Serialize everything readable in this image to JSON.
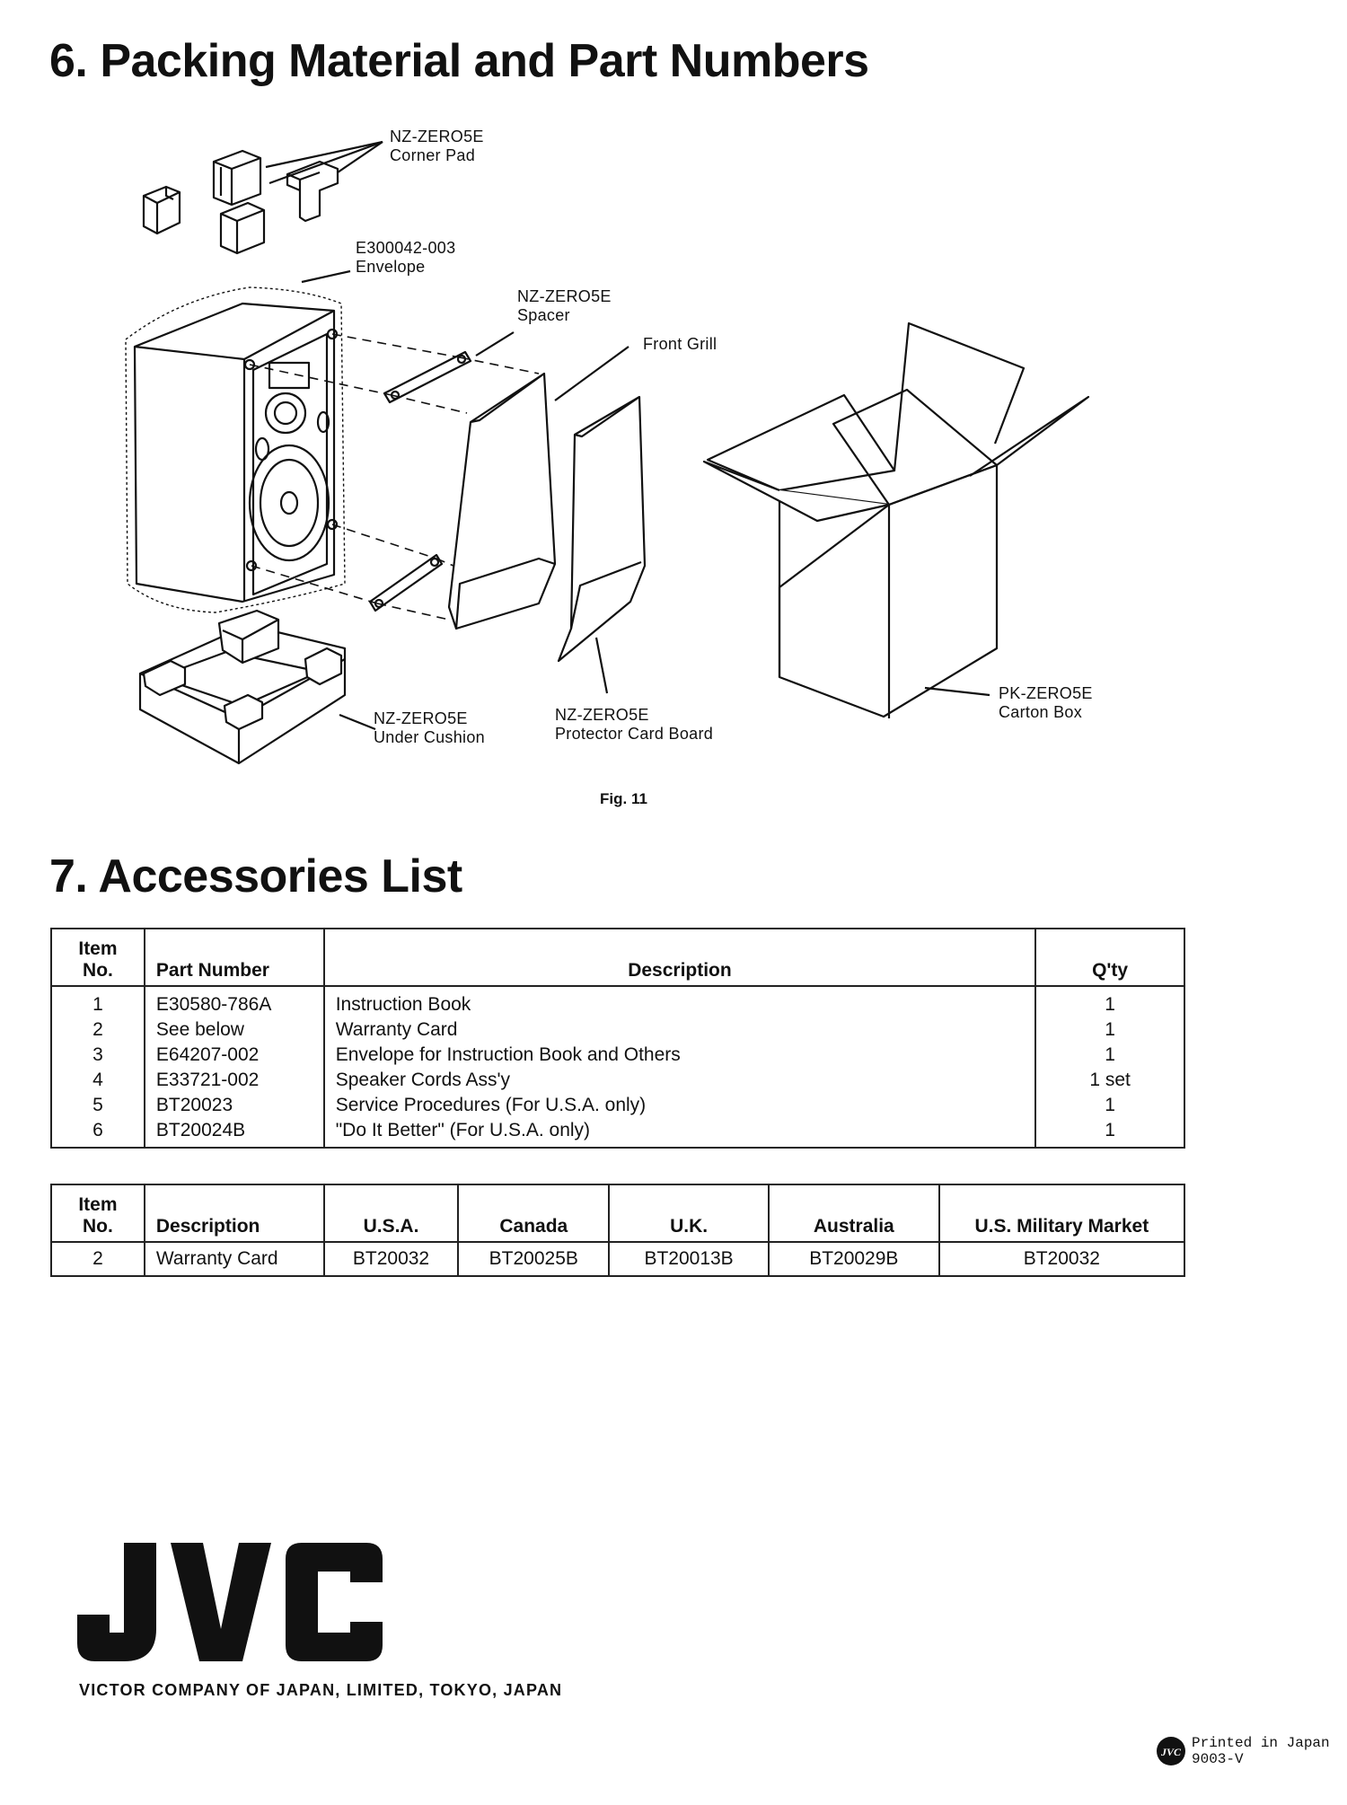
{
  "section6": {
    "title": "6. Packing Material and Part Numbers"
  },
  "figure": {
    "caption": "Fig. 11",
    "labels": {
      "corner_pad": [
        "NZ-ZERO5E",
        "Corner Pad"
      ],
      "envelope": [
        "E300042-003",
        "Envelope"
      ],
      "spacer": [
        "NZ-ZERO5E",
        "Spacer"
      ],
      "front_grill": [
        "Front Grill"
      ],
      "under_cushion": [
        "NZ-ZERO5E",
        "Under Cushion"
      ],
      "protector": [
        "NZ-ZERO5E",
        "Protector Card Board"
      ],
      "carton": [
        "PK-ZERO5E",
        "Carton Box"
      ]
    }
  },
  "section7": {
    "title": "7. Accessories List"
  },
  "accessories": {
    "headers": {
      "item": [
        "Item",
        "No."
      ],
      "part": "Part Number",
      "desc": "Description",
      "qty": "Q'ty"
    },
    "rows": [
      {
        "no": "1",
        "part": "E30580-786A",
        "desc": "Instruction Book",
        "qty": "1"
      },
      {
        "no": "2",
        "part": "See below",
        "desc": "Warranty Card",
        "qty": "1"
      },
      {
        "no": "3",
        "part": "E64207-002",
        "desc": "Envelope for Instruction Book and Others",
        "qty": "1"
      },
      {
        "no": "4",
        "part": "E33721-002",
        "desc": "Speaker Cords Ass'y",
        "qty": "1 set"
      },
      {
        "no": "5",
        "part": "BT20023",
        "desc": "Service Procedures (For U.S.A. only)",
        "qty": "1"
      },
      {
        "no": "6",
        "part": "BT20024B",
        "desc": "\"Do It Better\" (For U.S.A. only)",
        "qty": "1"
      }
    ]
  },
  "warranty": {
    "headers": {
      "item": [
        "Item",
        "No."
      ],
      "desc": "Description",
      "usa": "U.S.A.",
      "canada": "Canada",
      "uk": "U.K.",
      "australia": "Australia",
      "military": "U.S. Military Market"
    },
    "row": {
      "no": "2",
      "desc": "Warranty Card",
      "usa": "BT20032",
      "canada": "BT20025B",
      "uk": "BT20013B",
      "australia": "BT20029B",
      "military": "BT20032"
    }
  },
  "footer": {
    "logo": "JVC",
    "company": "VICTOR COMPANY OF JAPAN, LIMITED, TOKYO, JAPAN",
    "printed": "Printed in Japan",
    "code": "9003-V"
  }
}
